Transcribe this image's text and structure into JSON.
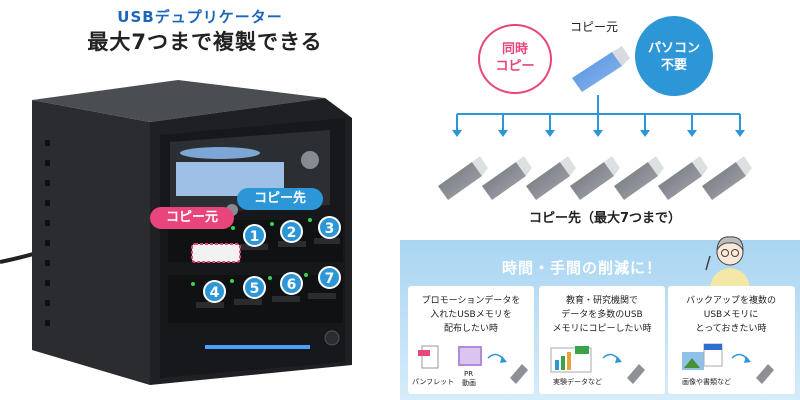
{
  "header": {
    "subtitle": "USBデュプリケーター",
    "title": "最大7つまで複製できる"
  },
  "device": {
    "source_callout": "コピー元",
    "dest_callout": "コピー先",
    "slots": [
      "1",
      "2",
      "3",
      "4",
      "5",
      "6",
      "7"
    ]
  },
  "diagram": {
    "source_label": "コピー元",
    "bubble_left_line1": "同時",
    "bubble_left_line2": "コピー",
    "bubble_right_line1": "パソコン",
    "bubble_right_line2": "不要",
    "dest_label": "コピー先（最大7つまで）"
  },
  "panel": {
    "title": "時間・手間の削減に！",
    "cards": [
      {
        "lines": [
          "プロモーションデータを",
          "入れたUSBメモリを",
          "配布したい時"
        ],
        "captions": [
          "パンフレット",
          "PR",
          "動画"
        ]
      },
      {
        "lines": [
          "教育・研究機関で",
          "データを多数のUSB",
          "メモリにコピーしたい時"
        ],
        "captions": [
          "実験データなど"
        ]
      },
      {
        "lines": [
          "バックアップを複数の",
          "USBメモリに",
          "とっておきたい時"
        ],
        "captions": [
          "画像や書類など"
        ]
      }
    ]
  },
  "colors": {
    "brand_blue": "#2d96d7",
    "accent_pink": "#e8457c",
    "title_blue": "#1a66b8",
    "panel_blue": "#a9d5f2"
  }
}
